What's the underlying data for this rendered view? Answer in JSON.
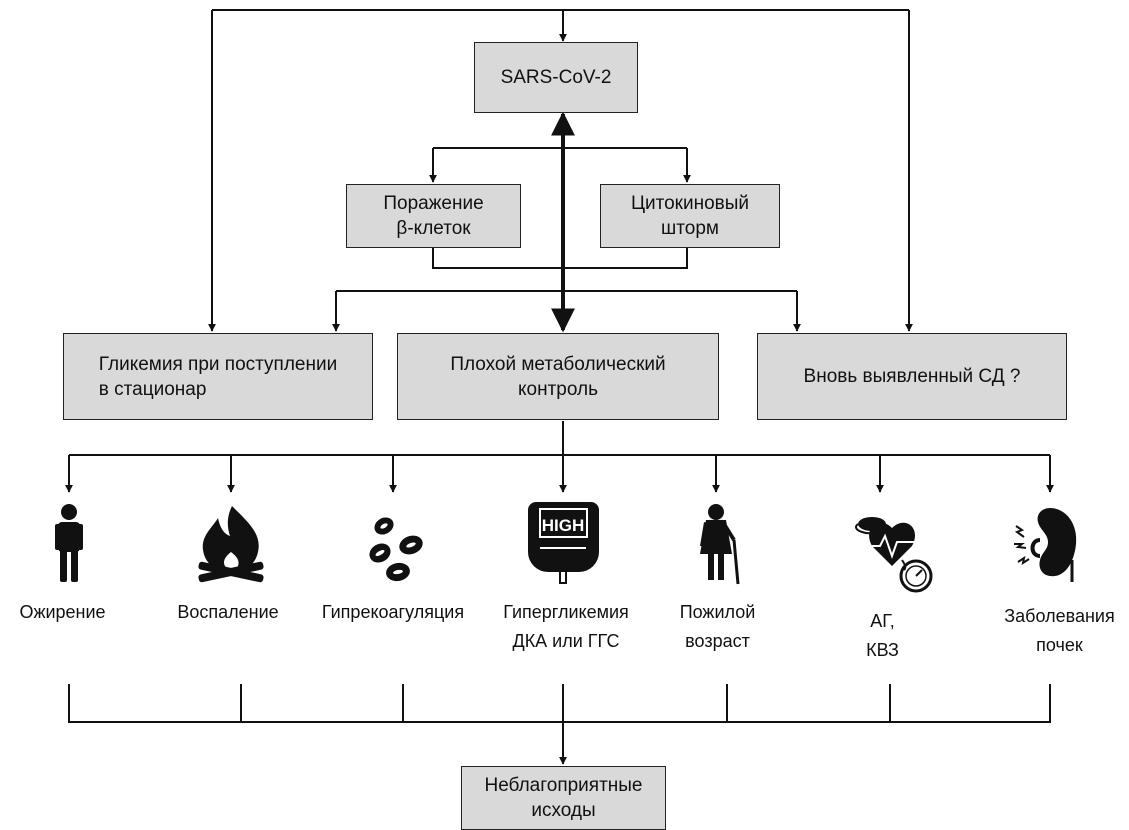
{
  "boxes": {
    "sars": "SARS-CoV-2",
    "beta": "Поражение\nβ-клеток",
    "cytokine": "Цитокиновый\nшторм",
    "glycemia": "Гликемия при поступлении\nв стационар",
    "poor_control": "Плохой метаболический\nконтроль",
    "new_dm": "Вновь выявленный СД ?",
    "outcomes": "Неблагоприятные\nисходы"
  },
  "factors": [
    {
      "label": "Ожирение",
      "icon": "person-icon"
    },
    {
      "label": "Воспаление",
      "icon": "fire-icon"
    },
    {
      "label": "Гипрекоагуляция",
      "icon": "blood-cells-icon"
    },
    {
      "label": "Гипергликемия\nДКА или ГГС",
      "icon": "glucometer-icon",
      "icon_text": "HIGH"
    },
    {
      "label": "Пожилой\nвозраст",
      "icon": "elderly-person-icon"
    },
    {
      "label": "АГ,\nКВЗ",
      "icon": "heart-pressure-icon"
    },
    {
      "label": "Заболевания\nпочек",
      "icon": "kidney-icon"
    }
  ],
  "colors": {
    "box_fill": "#d9d9d9",
    "line": "#111111",
    "icon": "#111111"
  }
}
